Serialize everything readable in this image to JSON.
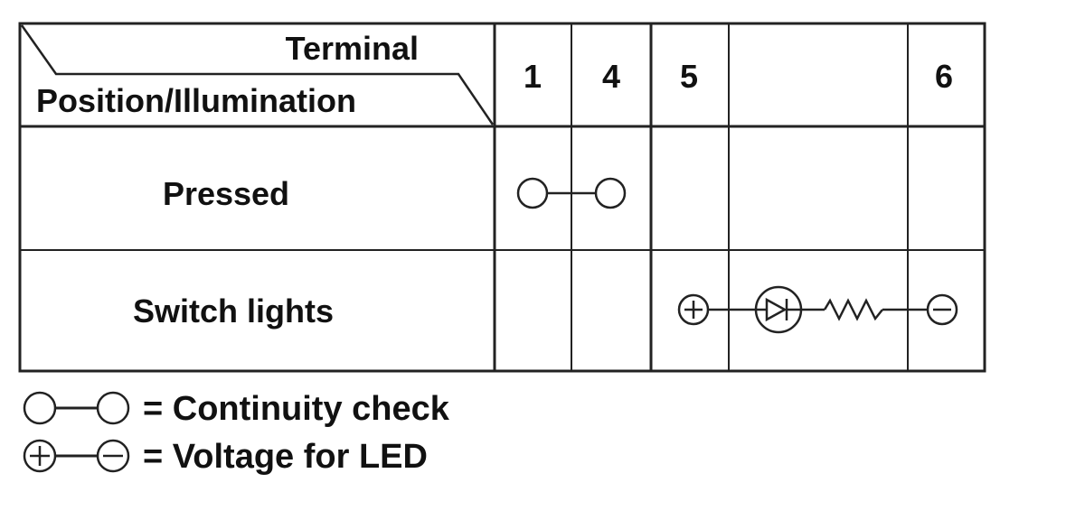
{
  "header": {
    "corner_top": "Terminal",
    "corner_bottom": "Position/Illumination",
    "terminals": [
      "1",
      "4",
      "5",
      "",
      "6"
    ]
  },
  "rows": [
    {
      "label": "Pressed",
      "symbol": "continuity-1-4"
    },
    {
      "label": "Switch lights",
      "symbol": "led-circuit-5-6"
    }
  ],
  "legend": [
    {
      "symbol": "continuity",
      "text": "= Continuity check"
    },
    {
      "symbol": "voltage",
      "text": "= Voltage for LED"
    }
  ],
  "colors": {
    "line": "#222222",
    "text": "#111111",
    "background": "#ffffff"
  }
}
